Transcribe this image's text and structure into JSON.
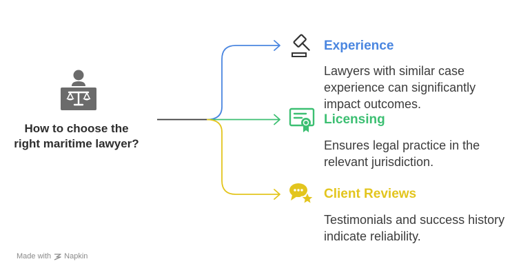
{
  "root": {
    "title": "How to choose the right maritime lawyer?",
    "icon": "lawyer-at-desk-with-scales-icon",
    "color": "#6b6b6b"
  },
  "branches": [
    {
      "title": "Experience",
      "description": "Lawyers with similar case experience can significantly impact outcomes.",
      "icon": "gavel-icon",
      "color": "#4a86e0"
    },
    {
      "title": "Licensing",
      "description": "Ensures legal practice in the relevant jurisdiction.",
      "icon": "certificate-icon",
      "color": "#3cbf72"
    },
    {
      "title": "Client Reviews",
      "description": "Testimonials and success history indicate reliability.",
      "icon": "review-star-icon",
      "color": "#e3c51e"
    }
  ],
  "footer": {
    "made_with": "Made with",
    "brand": "Napkin"
  }
}
